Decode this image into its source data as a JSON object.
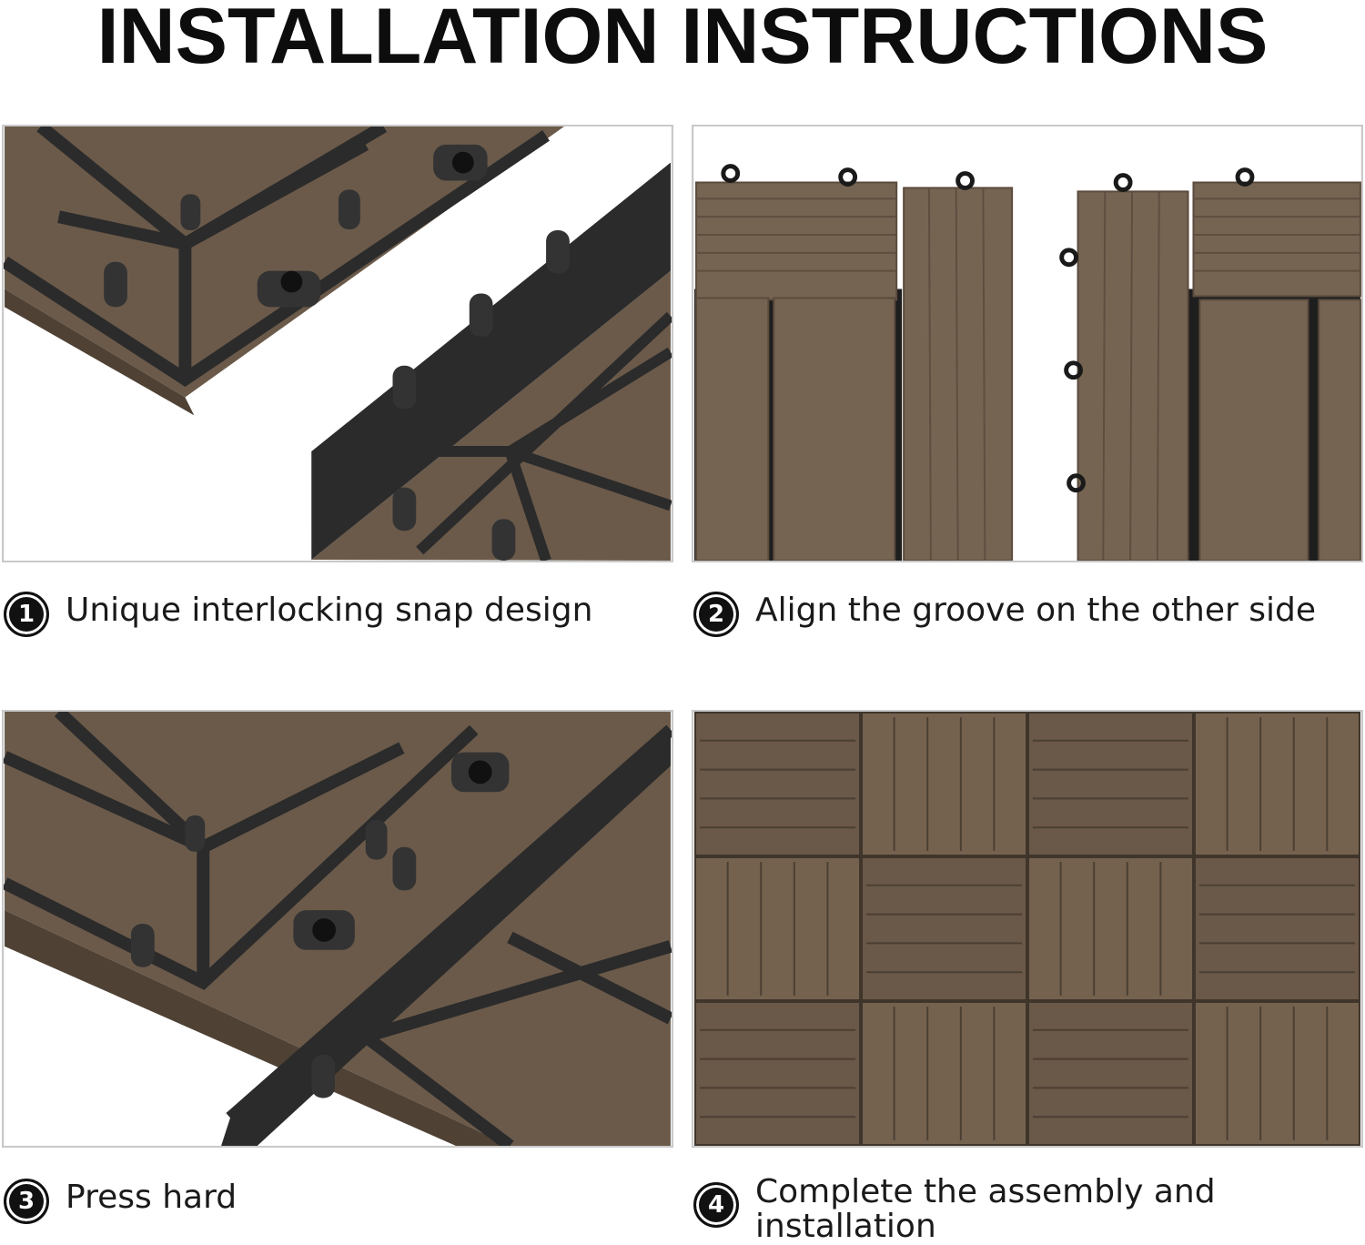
{
  "title": "INSTALLATION INSTRUCTIONS",
  "steps": [
    {
      "number": "1",
      "text": "Unique interlocking snap design"
    },
    {
      "number": "2",
      "text": "Align the groove on the other side"
    },
    {
      "number": "3",
      "text": "Press hard"
    },
    {
      "number": "4",
      "text": "Complete the assembly and installation"
    }
  ],
  "colors": {
    "wood": "#6b5a4a",
    "wood_dark": "#4f4235",
    "frame": "#2b2b2b",
    "text": "#1a1a1a"
  }
}
